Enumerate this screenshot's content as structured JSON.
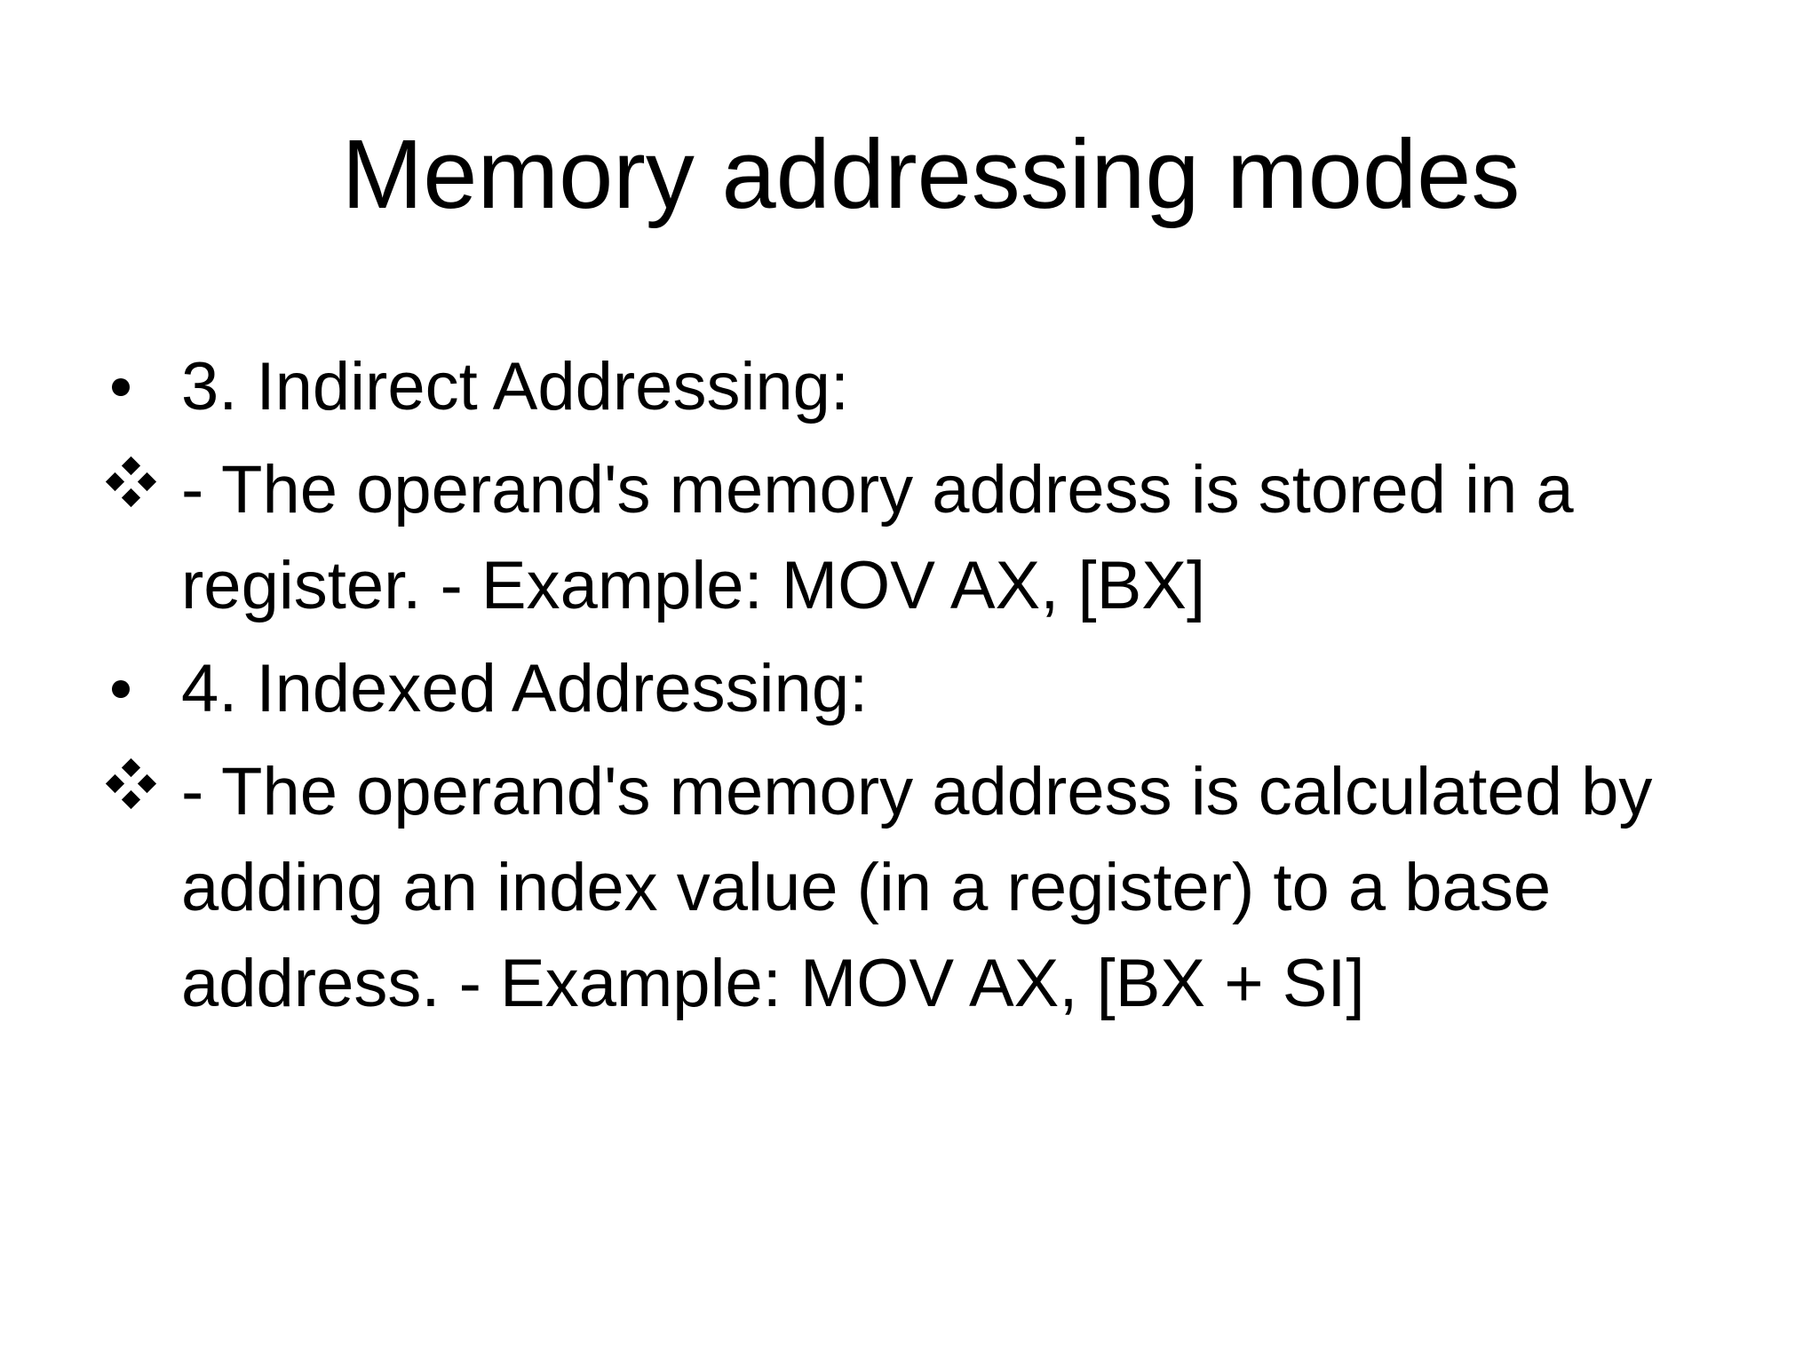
{
  "slide": {
    "title": "Memory addressing modes",
    "items": [
      {
        "marker": "bullet-dot",
        "text": "3. Indirect Addressing:"
      },
      {
        "marker": "four-diamond-bullet",
        "text": " - The operand's memory address is stored in a register.   - Example: MOV AX, [BX]"
      },
      {
        "marker": "bullet-dot",
        "text": "4. Indexed Addressing:"
      },
      {
        "marker": "four-diamond-bullet",
        "text": " - The operand's memory address is calculated by adding an index value (in a register) to a base address.   - Example: MOV AX, [BX + SI]"
      }
    ]
  }
}
